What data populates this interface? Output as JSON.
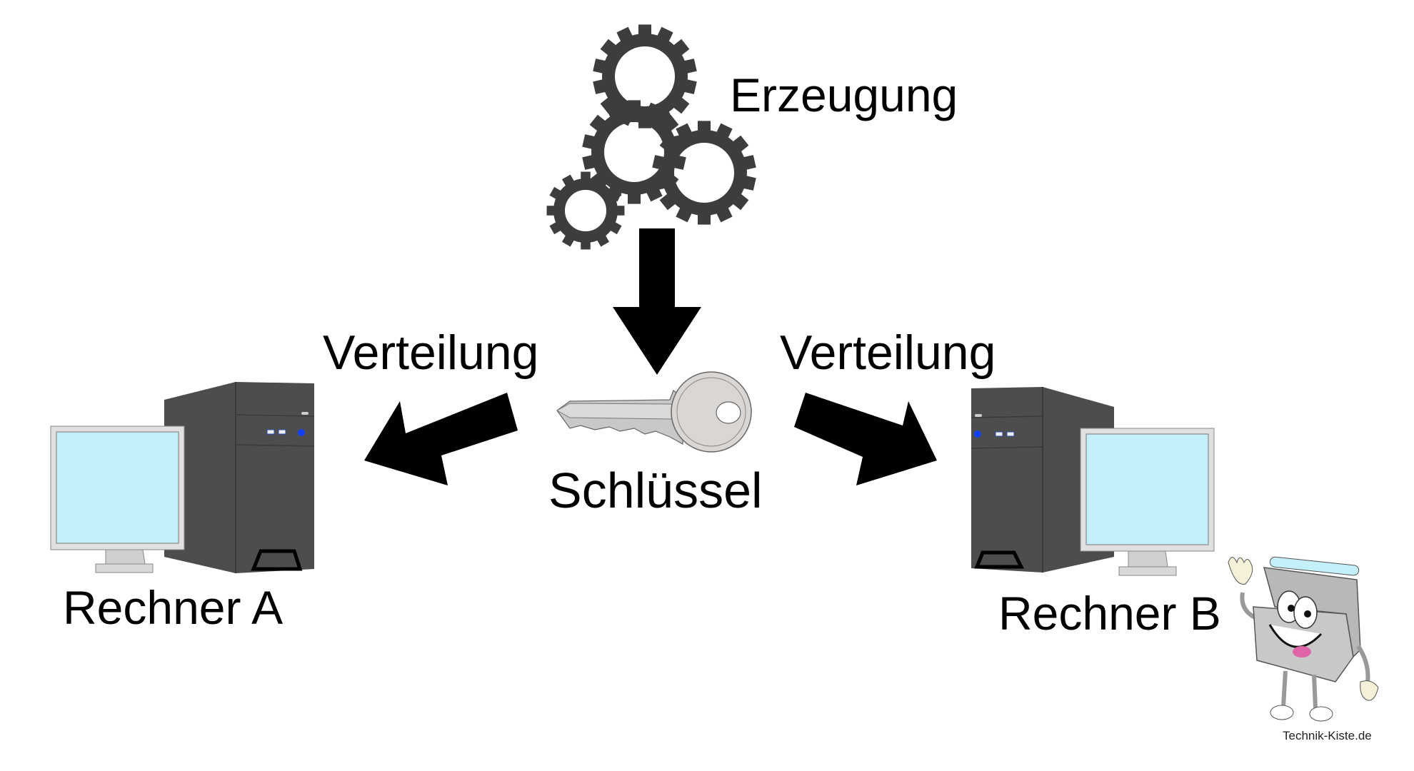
{
  "diagram": {
    "type": "key-distribution",
    "nodes": {
      "generation": {
        "label": "Erzeugung",
        "icon": "gears-icon"
      },
      "key": {
        "label": "Schlüssel",
        "icon": "key-icon"
      },
      "computer_a": {
        "label": "Rechner A",
        "icon": "computer-icon"
      },
      "computer_b": {
        "label": "Rechner B",
        "icon": "computer-icon"
      }
    },
    "edges": [
      {
        "from": "generation",
        "to": "key",
        "label": ""
      },
      {
        "from": "key",
        "to": "computer_a",
        "label": "Verteilung"
      },
      {
        "from": "key",
        "to": "computer_b",
        "label": "Verteilung"
      }
    ]
  },
  "watermark": {
    "text": "Technik-Kiste.de",
    "icon": "toolbox-mascot-icon"
  },
  "colors": {
    "gear": "#3d3d3d",
    "arrow": "#000000",
    "tower": "#4d4d4d",
    "screen": "#c3f0fb",
    "bezel": "#e0e0e0",
    "power_led": "#1040ff",
    "key": "#d9d6d3"
  }
}
